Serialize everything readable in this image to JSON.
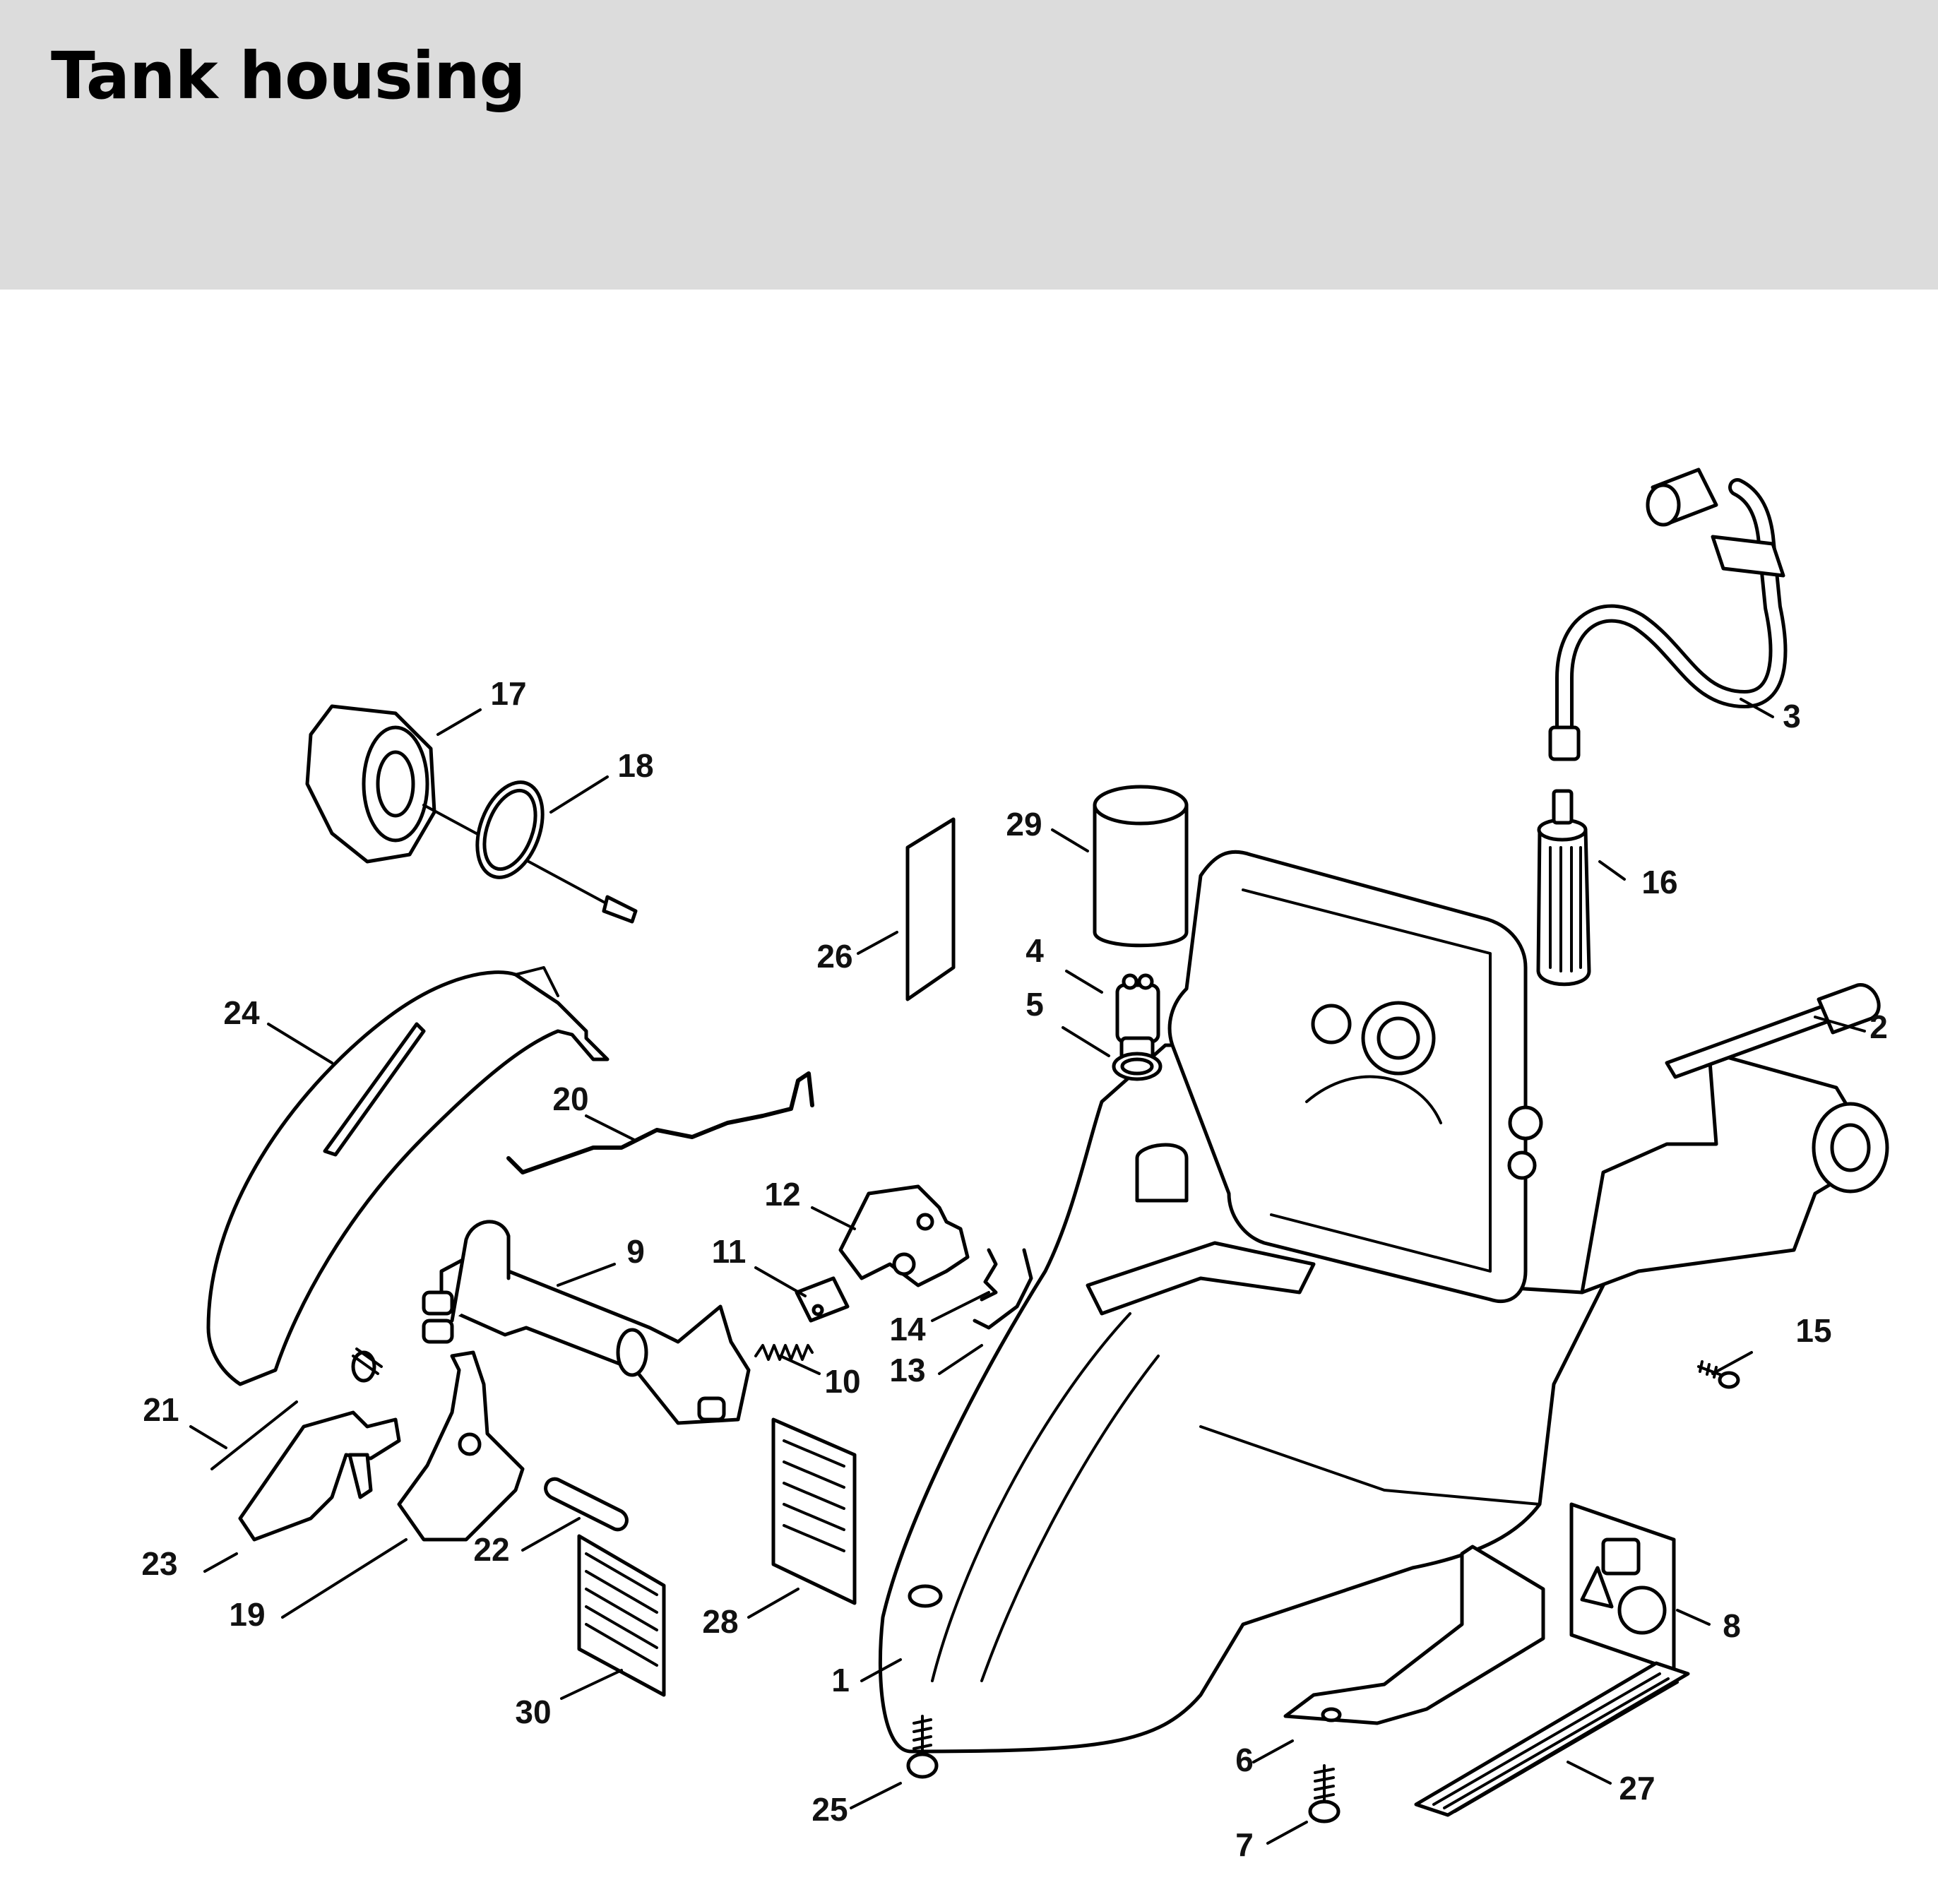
{
  "header": {
    "title": "Tank housing",
    "background": "#dcdcdc"
  },
  "parts": [
    {
      "key": "p1",
      "label": "1"
    },
    {
      "key": "p2",
      "label": "2"
    },
    {
      "key": "p3",
      "label": "3"
    },
    {
      "key": "p4",
      "label": "4"
    },
    {
      "key": "p5",
      "label": "5"
    },
    {
      "key": "p6",
      "label": "6"
    },
    {
      "key": "p7",
      "label": "7"
    },
    {
      "key": "p8",
      "label": "8"
    },
    {
      "key": "p9",
      "label": "9"
    },
    {
      "key": "p10",
      "label": "10"
    },
    {
      "key": "p11",
      "label": "11"
    },
    {
      "key": "p12",
      "label": "12"
    },
    {
      "key": "p13",
      "label": "13"
    },
    {
      "key": "p14",
      "label": "14"
    },
    {
      "key": "p15",
      "label": "15"
    },
    {
      "key": "p16",
      "label": "16"
    },
    {
      "key": "p17",
      "label": "17"
    },
    {
      "key": "p18",
      "label": "18"
    },
    {
      "key": "p19",
      "label": "19"
    },
    {
      "key": "p20",
      "label": "20"
    },
    {
      "key": "p21",
      "label": "21"
    },
    {
      "key": "p22",
      "label": "22"
    },
    {
      "key": "p23",
      "label": "23"
    },
    {
      "key": "p24",
      "label": "24"
    },
    {
      "key": "p25",
      "label": "25"
    },
    {
      "key": "p26",
      "label": "26"
    },
    {
      "key": "p27",
      "label": "27"
    },
    {
      "key": "p28",
      "label": "28"
    },
    {
      "key": "p29",
      "label": "29"
    },
    {
      "key": "p30",
      "label": "30"
    }
  ]
}
